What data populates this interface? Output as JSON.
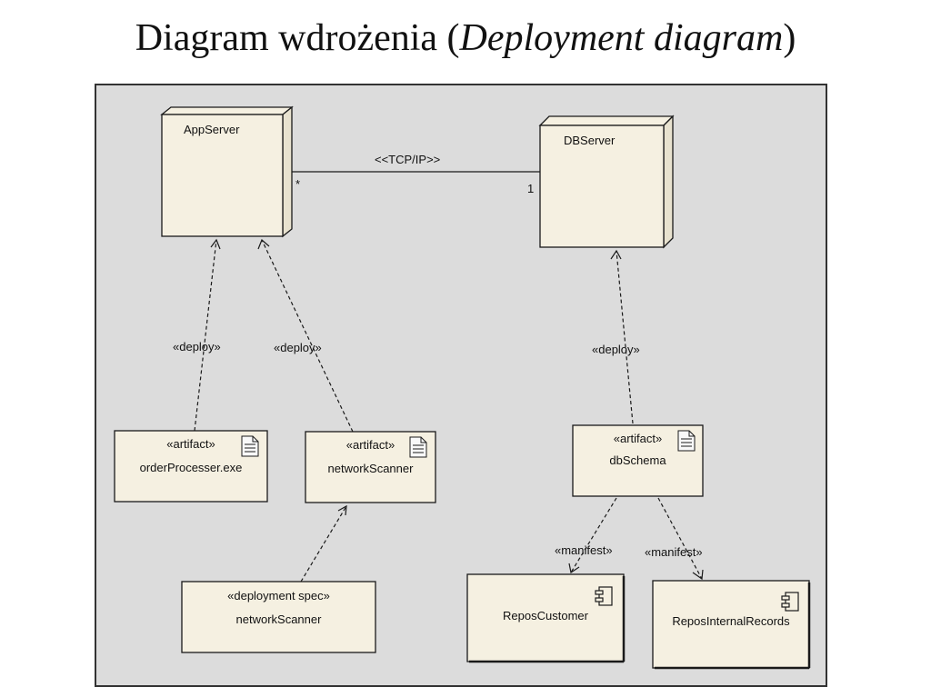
{
  "title": {
    "main": "Diagram wdrożenia (",
    "italic": "Deployment diagram",
    "close": ")"
  },
  "nodes": {
    "app_server": "AppServer",
    "db_server": "DBServer"
  },
  "association": {
    "label": "<<TCP/IP>>",
    "mult_app": "*",
    "mult_db": "1"
  },
  "dependencies": {
    "deploy1": "«deploy»",
    "deploy2": "«deploy»",
    "deploy3": "«deploy»",
    "manifest1": "«manifest»",
    "manifest2": "«manifest»"
  },
  "artifacts": [
    {
      "stereotype": "«artifact»",
      "name": "orderProcesser.exe"
    },
    {
      "stereotype": "«artifact»",
      "name": "networkScanner"
    },
    {
      "stereotype": "«artifact»",
      "name": "dbSchema"
    }
  ],
  "deployment_spec": {
    "stereotype": "«deployment spec»",
    "name": "networkScanner"
  },
  "components": [
    {
      "name": "ReposCustomer"
    },
    {
      "name": "ReposInternalRecords"
    }
  ],
  "colors": {
    "background": "#dcdcdc",
    "box_fill": "#f5f0e1",
    "box_border": "#1a1a1a"
  }
}
